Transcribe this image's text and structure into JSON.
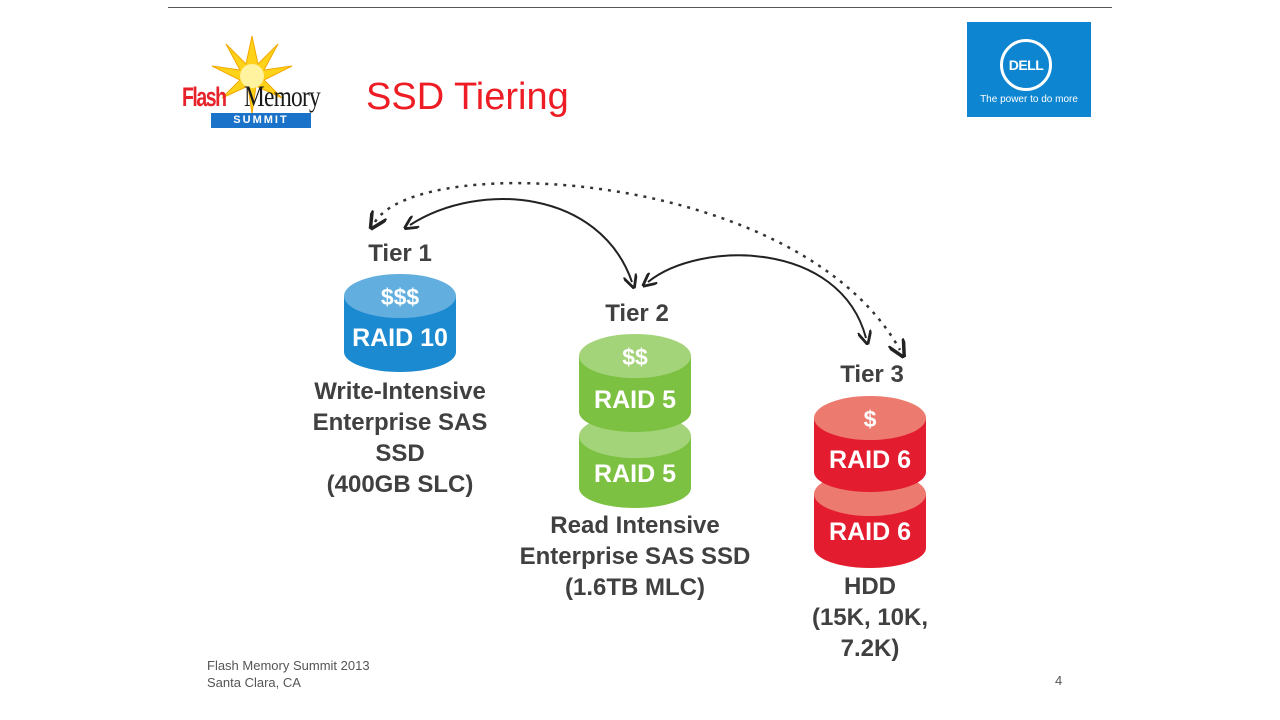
{
  "slide": {
    "title": "SSD Tiering",
    "page_number": "4"
  },
  "logos": {
    "fms": {
      "flash": "Flash",
      "memory": "Memory",
      "summit": "SUMMIT"
    },
    "dell": {
      "wordmark": "DELL",
      "tagline": "The power to do more",
      "color": "#0d85d1"
    }
  },
  "tiers": [
    {
      "label": "Tier 1",
      "cost": "$$$",
      "raid": [
        "RAID 10"
      ],
      "description": [
        "Write-Intensive",
        "Enterprise SAS",
        "SSD",
        "(400GB SLC)"
      ],
      "color": "#1b8ad0"
    },
    {
      "label": "Tier 2",
      "cost": "$$",
      "raid": [
        "RAID 5",
        "RAID 5"
      ],
      "description": [
        "Read Intensive",
        "Enterprise SAS SSD",
        "(1.6TB MLC)"
      ],
      "color": "#7dc142"
    },
    {
      "label": "Tier 3",
      "cost": "$",
      "raid": [
        "RAID 6",
        "RAID 6"
      ],
      "description": [
        "HDD",
        "(15K, 10K,",
        "7.2K)"
      ],
      "color": "#e31c2f"
    }
  ],
  "footer": {
    "line1": "Flash Memory Summit 2013",
    "line2": "Santa Clara, CA"
  }
}
